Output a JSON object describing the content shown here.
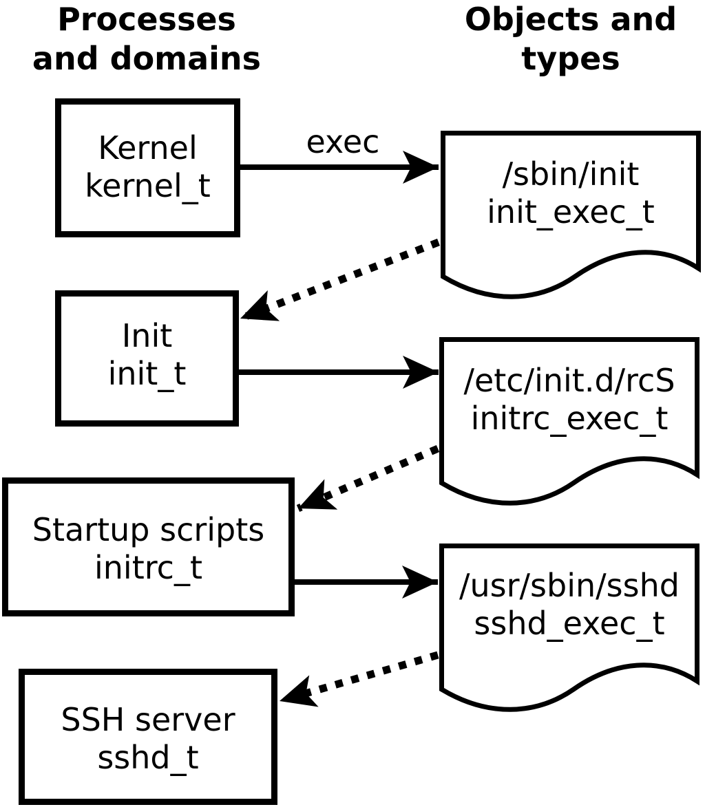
{
  "diagram": {
    "title_columns": {
      "processes": {
        "line1": "Processes",
        "line2": "and domains"
      },
      "objects": {
        "line1": "Objects and",
        "line2": "types"
      }
    },
    "process_nodes": [
      {
        "label": "Kernel",
        "domain": "kernel_t"
      },
      {
        "label": "Init",
        "domain": "init_t"
      },
      {
        "label": "Startup scripts",
        "domain": "initrc_t"
      },
      {
        "label": "SSH server",
        "domain": "sshd_t"
      }
    ],
    "object_nodes": [
      {
        "path": "/sbin/init",
        "type": "init_exec_t"
      },
      {
        "path": "/etc/init.d/rcS",
        "type": "initrc_exec_t"
      },
      {
        "path": "/usr/sbin/sshd",
        "type": "sshd_exec_t"
      }
    ],
    "edge_label": "exec",
    "colors": {
      "stroke": "#000000",
      "fill": "#ffffff"
    }
  }
}
